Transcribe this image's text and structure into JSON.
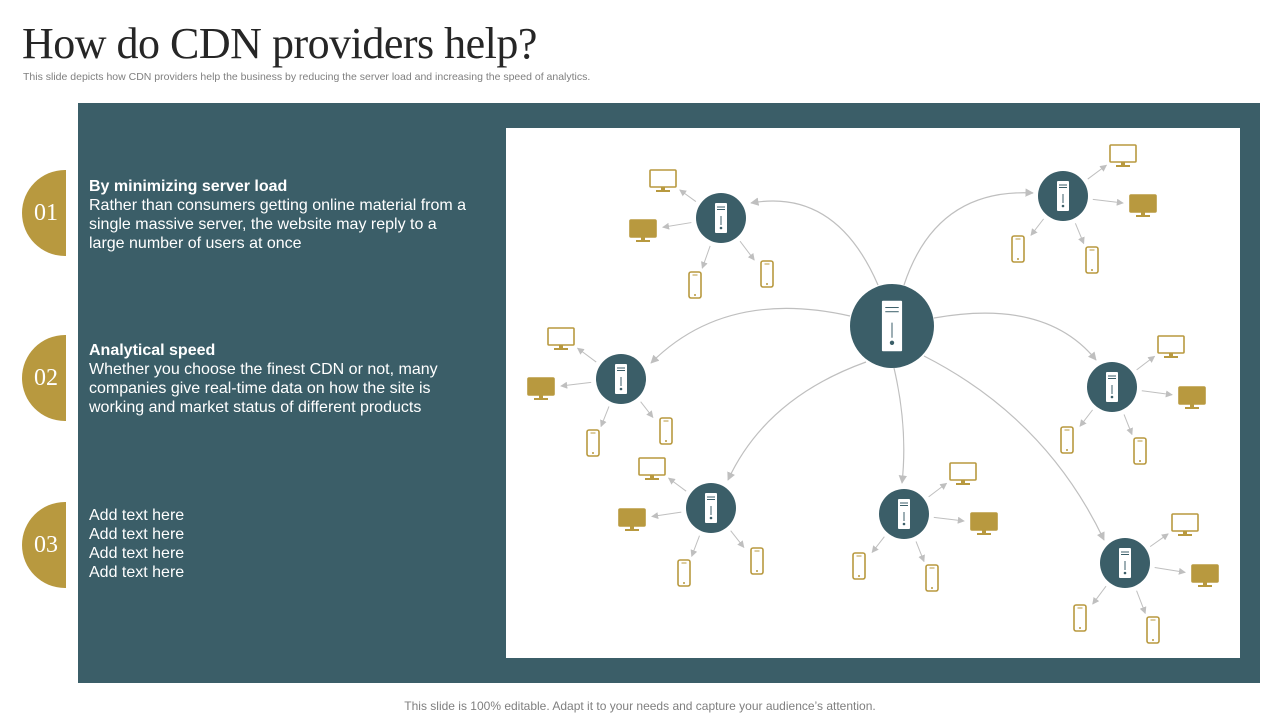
{
  "slide": {
    "title": "How do CDN providers help?",
    "subtitle": "This slide depicts how CDN providers help the business by reducing the server load and increasing the speed of analytics.",
    "footer": "This slide is 100% editable. Adapt it to your needs and capture your audience’s attention."
  },
  "points": [
    {
      "number": "01",
      "heading": "By minimizing server load",
      "body": "Rather than consumers getting online material from a single massive server, the website may reply to a large number of users at once"
    },
    {
      "number": "02",
      "heading": "Analytical speed",
      "body": "Whether you choose the finest CDN or not, many companies give real-time data on how the site is working and market status of different products"
    },
    {
      "number": "03",
      "lines": [
        "Add text here",
        "Add text here",
        "Add text here",
        "Add text here"
      ]
    }
  ],
  "diagram": {
    "icons": {
      "server": "server-tower-icon",
      "monitor": "monitor-icon",
      "phone": "smartphone-icon"
    },
    "colors": {
      "panel": "#3b5e68",
      "node": "#3b5e68",
      "accent": "#b8993f",
      "connector": "#bfbfbf",
      "server_face": "#ffffff"
    }
  }
}
